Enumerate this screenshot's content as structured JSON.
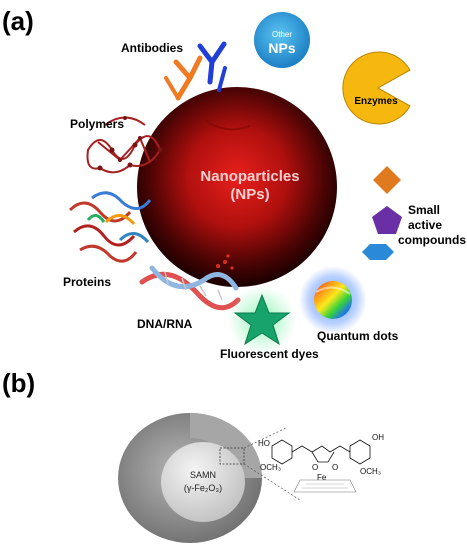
{
  "panel_a": {
    "label": "(a)",
    "center": {
      "line1": "Nanoparticles",
      "line2": "(NPs)"
    },
    "labels": {
      "antibodies": "Antibodies",
      "other_small": "Other",
      "other_big": "NPs",
      "enzymes": "Enzymes",
      "polymers": "Polymers",
      "small_active_1": "Small",
      "small_active_2": "active",
      "small_active_3": "compounds",
      "proteins": "Proteins",
      "dna_rna": "DNA/RNA",
      "fluorescent_dyes": "Fluorescent dyes",
      "quantum_dots": "Quantum dots"
    }
  },
  "panel_b": {
    "label": "(b)",
    "core_line1": "SAMN",
    "core_line2": "(γ-Fe₂O₃)",
    "chem": {
      "ho1": "HO",
      "och3_1": "OCH₃",
      "o1": "O",
      "o2": "O",
      "fe": "Fe",
      "oh2": "OH",
      "och3_2": "OCH₃"
    }
  },
  "colors": {
    "np_center": "#e8201c",
    "np_edge": "#1a0000",
    "antibody_blue": "#1f3fd6",
    "antibody_orange": "#ef7a22",
    "other_np": "#2a9ad8",
    "enzyme": "#f6b80f",
    "diamond": "#e07a1e",
    "pentagon": "#6a2fa5",
    "hexagon": "#2a8ad8",
    "star": "#17a36a",
    "shell": "#8f8f8f"
  }
}
